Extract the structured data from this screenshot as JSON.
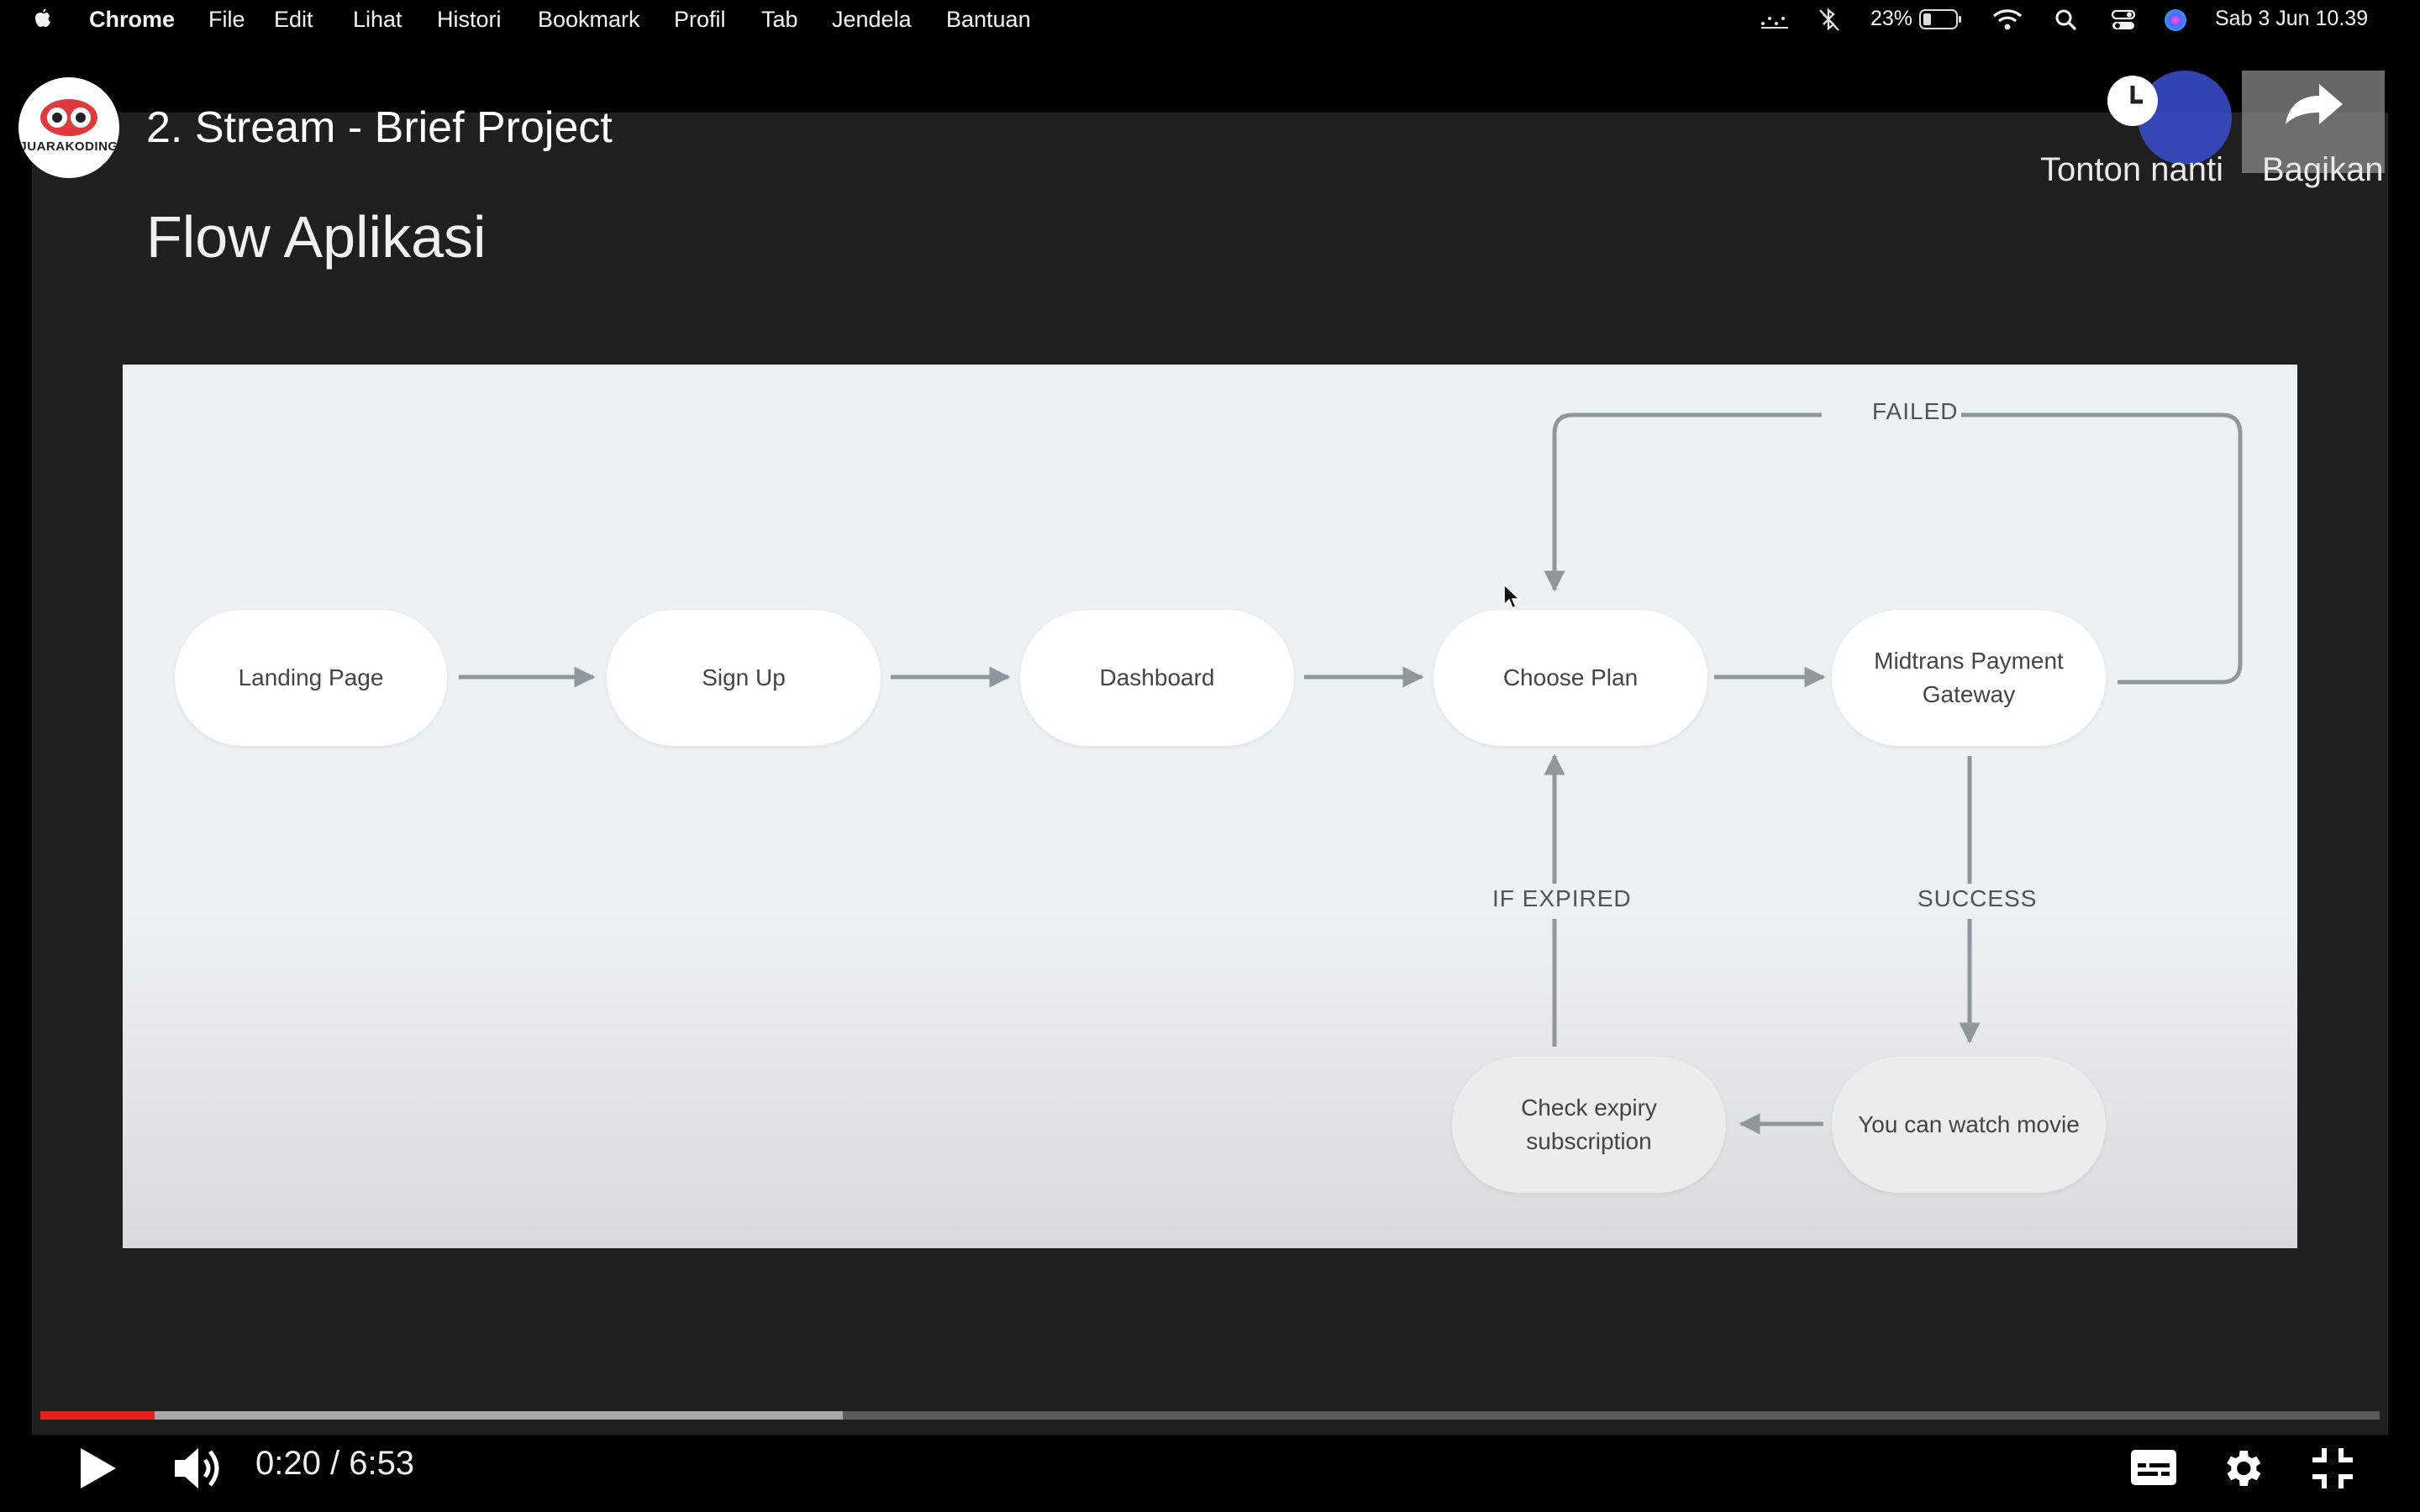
{
  "menubar": {
    "app": "Chrome",
    "items": [
      "File",
      "Edit",
      "Lihat",
      "Histori",
      "Bookmark",
      "Profil",
      "Tab",
      "Jendela",
      "Bantuan"
    ],
    "battery": "23%",
    "datetime": "Sab 3 Jun  10.39"
  },
  "video": {
    "title": "2. Stream - Brief Project",
    "channel_logo_text": "JUARAKODING",
    "watch_later_label": "Tonton nanti",
    "share_label": "Bagikan"
  },
  "slide": {
    "title": "Flow Aplikasi",
    "nodes": {
      "landing": "Landing Page",
      "signup": "Sign Up",
      "dashboard": "Dashboard",
      "choose_plan": "Choose Plan",
      "midtrans_1": "Midtrans Payment",
      "midtrans_2": "Gateway",
      "watch_movie": "You can watch movie",
      "check_expiry_1": "Check expiry",
      "check_expiry_2": "subscription"
    },
    "edges": {
      "failed": "FAILED",
      "success": "SUCCESS",
      "if_expired": "IF EXPIRED"
    }
  },
  "player": {
    "current_time": "0:20",
    "separator": " / ",
    "duration": "6:53",
    "played_fraction": 0.049,
    "buffered_fraction": 0.343
  },
  "colors": {
    "progress_played": "#e62117",
    "arrow": "#8e979d",
    "panel": "#ecf1f4"
  }
}
